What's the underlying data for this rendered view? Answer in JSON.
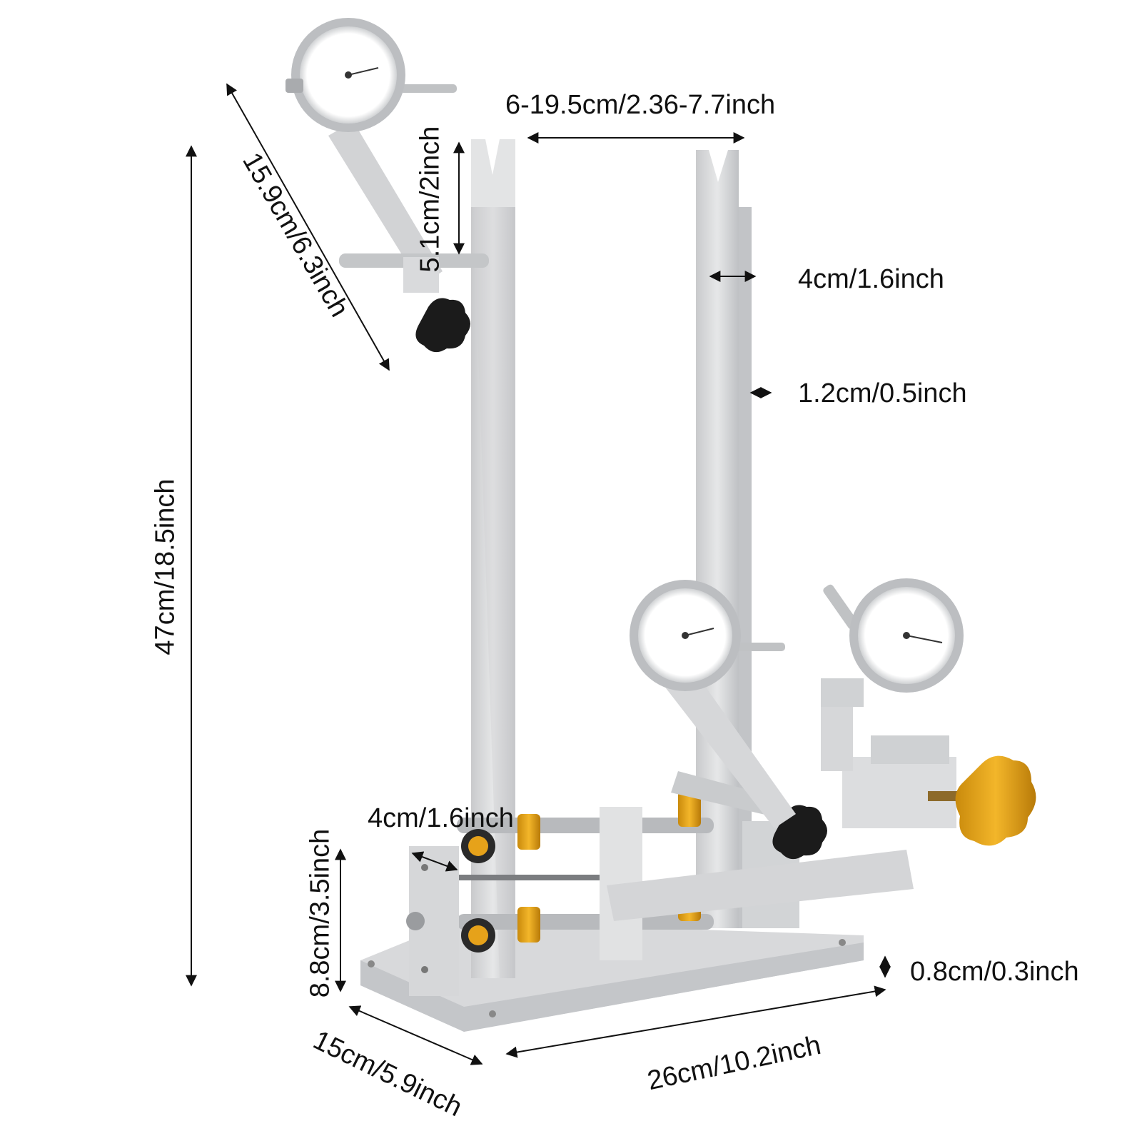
{
  "colors": {
    "background": "#ffffff",
    "aluminum": "#d9dadc",
    "aluminum_shade": "#b9bbbe",
    "gold_accent": "#e8a317",
    "black_knob": "#1b1b1b",
    "dimension_line": "#111111"
  },
  "dimensions": {
    "arm_length": "15.9cm/6.3inch",
    "slot_depth": "5.1cm/2inch",
    "upright_gap": "6-19.5cm/2.36-7.7inch",
    "upright_width": "4cm/1.6inch",
    "upright_thickness": "1.2cm/0.5inch",
    "total_height": "47cm/18.5inch",
    "block_width": "4cm/1.6inch",
    "block_height": "8.8cm/3.5inch",
    "base_thickness": "0.8cm/0.3inch",
    "base_depth": "15cm/5.9inch",
    "base_length": "26cm/10.2inch"
  },
  "icons": [
    "dial-gauge-icon",
    "star-knob-icon"
  ]
}
